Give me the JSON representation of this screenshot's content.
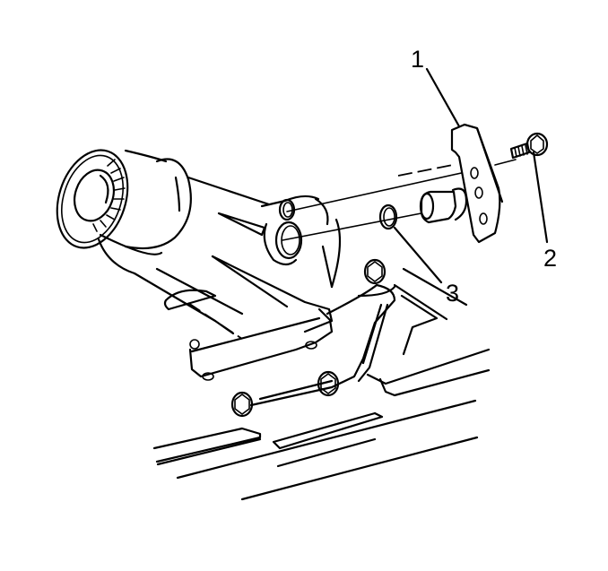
{
  "diagram": {
    "type": "exploded-view technical illustration",
    "subject": "Transmission/transfer case rear housing with sensor, bolt and O-ring",
    "colors": {
      "line": "#000000",
      "background": "#ffffff"
    },
    "callouts": [
      {
        "id": "1",
        "label": "1",
        "points_to": "sensor-bracket"
      },
      {
        "id": "2",
        "label": "2",
        "points_to": "mounting-bolt"
      },
      {
        "id": "3",
        "label": "3",
        "points_to": "o-ring-seal"
      }
    ]
  }
}
